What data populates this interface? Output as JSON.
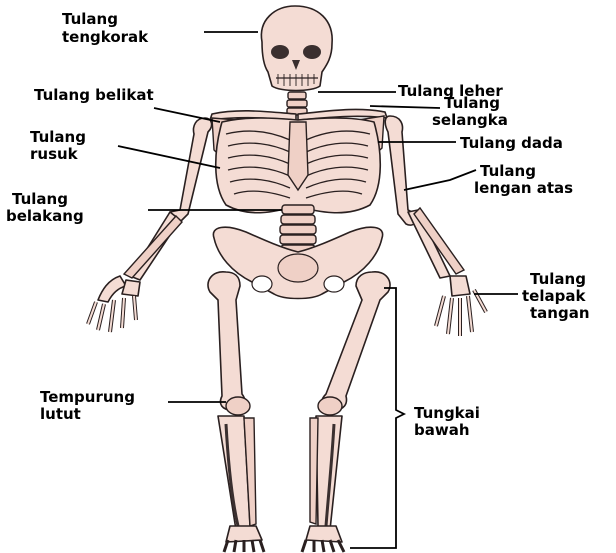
{
  "labels": {
    "skull": [
      "Tulang",
      "tengkorak"
    ],
    "scapula": [
      "Tulang belikat"
    ],
    "neck": [
      "Tulang leher"
    ],
    "clavicle": [
      "Tulang",
      "selangka"
    ],
    "ribs": [
      "Tulang",
      "rusuk"
    ],
    "sternum": [
      "Tulang dada"
    ],
    "humerus": [
      "Tulang",
      "lengan atas"
    ],
    "spine": [
      "Tulang",
      "belakang"
    ],
    "hand": [
      "Tulang",
      "telapak",
      "tangan"
    ],
    "kneecap": [
      "Tempurung",
      "lutut"
    ],
    "leg": [
      "Tungkai",
      "bawah"
    ]
  },
  "colors": {
    "bone_fill": "#f4dcd4",
    "outline": "#2a2020",
    "label_text": "#000000"
  }
}
